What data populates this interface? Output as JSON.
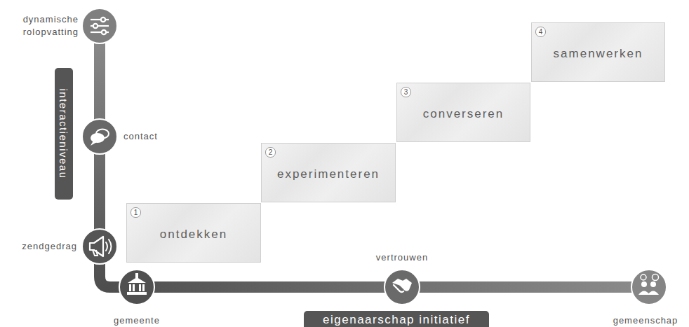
{
  "diagram": {
    "nodes": [
      {
        "text": [
          "interactieniveau"
        ]
      },
      {
        "text": [
          "1",
          "ontdekken"
        ]
      },
      {
        "text": [
          "2",
          "experimenteren"
        ]
      },
      {
        "text": [
          "3",
          "converseren"
        ]
      },
      {
        "text": [
          "4",
          "samenwerken"
        ]
      },
      {
        "text": [
          "eigenaarschap initiatief"
        ]
      }
    ],
    "labels": [
      "dynamische rolopvatting",
      "contact",
      "zendgedrag",
      "gemeente",
      "vertrouwen",
      "gemeenschap"
    ]
  }
}
